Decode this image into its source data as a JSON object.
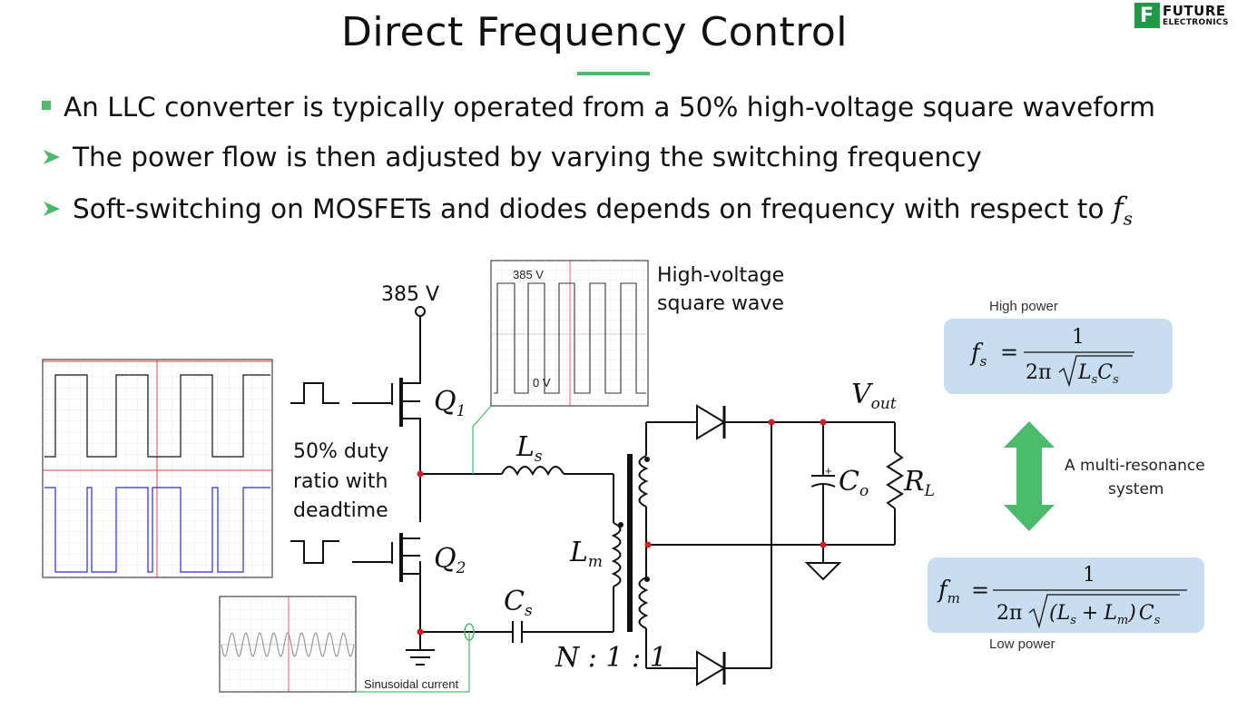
{
  "slide": {
    "title": "Direct Frequency Control",
    "logo_line1": "FUTURE",
    "logo_line2": "ELECTRONICS",
    "logo_letter": "F"
  },
  "bullets": [
    {
      "text": "An LLC converter is typically operated from a 50% high-voltage square waveform"
    },
    {
      "text": "The power flow is then adjusted by varying the switching frequency"
    },
    {
      "text": "Soft-switching on MOSFETs and diodes depends on frequency with respect to",
      "symbol": "f",
      "subscript": "s"
    }
  ],
  "circuit": {
    "supply_voltage": "385 V",
    "scope_top": "385 V",
    "scope_bottom": "0 V",
    "square_wave_label_1": "High-voltage",
    "square_wave_label_2": "square wave",
    "duty_label_1": "50% duty",
    "duty_label_2": "ratio with",
    "duty_label_3": "deadtime",
    "q1": "Q",
    "q1_sub": "1",
    "q2": "Q",
    "q2_sub": "2",
    "ls": "L",
    "ls_sub": "s",
    "lm": "L",
    "lm_sub": "m",
    "cs": "C",
    "cs_sub": "s",
    "co": "C",
    "co_sub": "o",
    "rl": "R",
    "rl_sub": "L",
    "vout": "V",
    "vout_sub": "out",
    "ratio": "N : 1 : 1",
    "current_label": "Sinusoidal current",
    "cap_plus": "+"
  },
  "formulas": {
    "high_label": "High power",
    "low_label": "Low power",
    "resonance_label_1": "A multi-resonance",
    "resonance_label_2": "system",
    "fs_lhs": "f",
    "fs_sub": "s",
    "eq": "=",
    "one": "1",
    "fs_den": "2π",
    "fs_l": "L",
    "fs_l_sub": "s",
    "fs_c": "C",
    "fs_c_sub": "s",
    "fm_lhs": "f",
    "fm_sub": "m",
    "fm_den": "2π",
    "fm_l1": "L",
    "fm_l1_sub": "s",
    "fm_plus": "+",
    "fm_l2": "L",
    "fm_l2_sub": "m",
    "fm_c": "C",
    "fm_c_sub": "s"
  },
  "colors": {
    "accent_green": "#4cba6b",
    "formula_box": "#c8def0",
    "node_red": "#d01c24",
    "trace_black": "#000000",
    "trace_blue": "#2a2ae8",
    "wire_green": "#4cba6b"
  }
}
